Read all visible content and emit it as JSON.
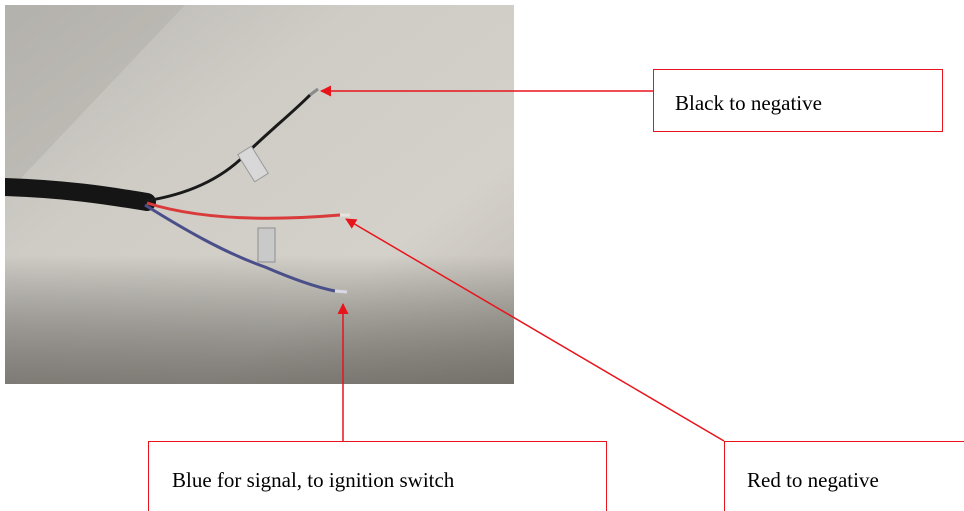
{
  "labels": {
    "black": "Black to negative",
    "blue": "Blue for signal, to ignition switch",
    "red": "Red to negative"
  },
  "colors": {
    "arrow": "#e8141b",
    "wall": "#c9c6bf",
    "cable": "#151515",
    "wire_red": "#d93a3a",
    "wire_blue": "#4a4f8a"
  }
}
